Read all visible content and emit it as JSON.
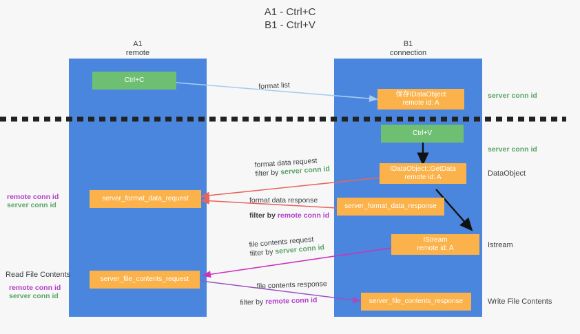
{
  "title": {
    "line1": "A1 - Ctrl+C",
    "line2": "B1 - Ctrl+V"
  },
  "columns": [
    {
      "name": "A1",
      "sub": "remote"
    },
    {
      "name": "B1",
      "sub": "connection"
    }
  ],
  "nodes": {
    "ctrl_c": {
      "label": "Ctrl+C"
    },
    "ctrl_v": {
      "label": "Ctrl+V"
    },
    "save_idataobject": {
      "line1": "保存IDataObject",
      "line2": "remote id: A"
    },
    "getdata": {
      "line1": "IDataObject::GetData",
      "line2": "remote id: A"
    },
    "istream": {
      "line1": "IStream",
      "line2": "remote id: A"
    },
    "server_format_data_request": {
      "label": "server_format_data_request"
    },
    "server_format_data_response": {
      "label": "server_format_data_response"
    },
    "server_file_contents_request": {
      "label": "server_file_contents_request"
    },
    "server_file_contents_response": {
      "label": "server_file_contents_response"
    }
  },
  "edges": {
    "format_list": {
      "label": "format list"
    },
    "format_data_request": {
      "label": "format data request",
      "filter_prefix": "filter by ",
      "filter_target": "server conn id"
    },
    "format_data_response": {
      "label": "format data response",
      "filter_prefix": "filter by ",
      "filter_target": "remote conn id"
    },
    "file_contents_request": {
      "label": "file contents request",
      "filter_prefix": "filter by ",
      "filter_target": "server conn id"
    },
    "file_contents_response": {
      "label": "file contents response",
      "filter_prefix": "filter by ",
      "filter_target": "remote conn id"
    }
  },
  "right_labels": {
    "server_conn_id_top": "server conn id",
    "server_conn_id_mid": "server conn id",
    "dataobject": "DataObject",
    "istream": "Istream",
    "write_file_contents": "Write File Contents"
  },
  "left_labels": {
    "format_remote": "remote conn id",
    "format_server": "server conn id",
    "read_file_contents": "Read File Contents",
    "file_remote": "remote conn id",
    "file_server": "server conn id"
  },
  "colors": {
    "panel": "#4a86dd",
    "green_node": "#6fbf73",
    "orange_node": "#fbb24a",
    "green_text": "#5aa469",
    "purple_text": "#b23ec8",
    "arrow_blue": "#a8cdf0",
    "arrow_red": "#e8655f",
    "arrow_magenta": "#cc33bb",
    "arrow_purple": "#9b51c4",
    "arrow_black": "#000000",
    "divider": "#222222",
    "background": "#f7f7f7"
  }
}
